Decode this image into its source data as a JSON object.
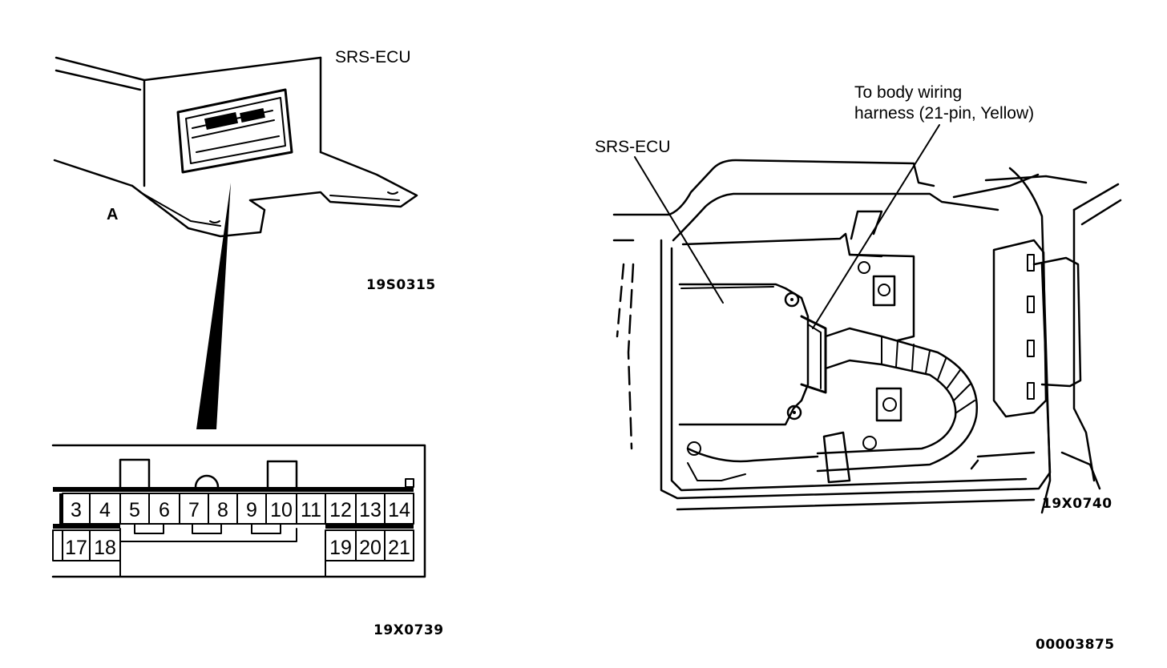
{
  "left_figure": {
    "ecu_label": "SRS-ECU",
    "view_label": "A",
    "ecu_code": "19S0315",
    "connector_code": "19X0739",
    "pins_top": [
      "3",
      "4",
      "5",
      "6",
      "7",
      "8",
      "9",
      "10",
      "11",
      "12",
      "13",
      "14"
    ],
    "pins_bottom_left": [
      "17",
      "18"
    ],
    "pins_bottom_right": [
      "19",
      "20",
      "21"
    ]
  },
  "right_figure": {
    "ecu_label": "SRS-ECU",
    "harness_label_line1": "To body wiring",
    "harness_label_line2": "harness (21-pin, Yellow)",
    "figure_code": "19X0740"
  },
  "page_code": "00003875"
}
